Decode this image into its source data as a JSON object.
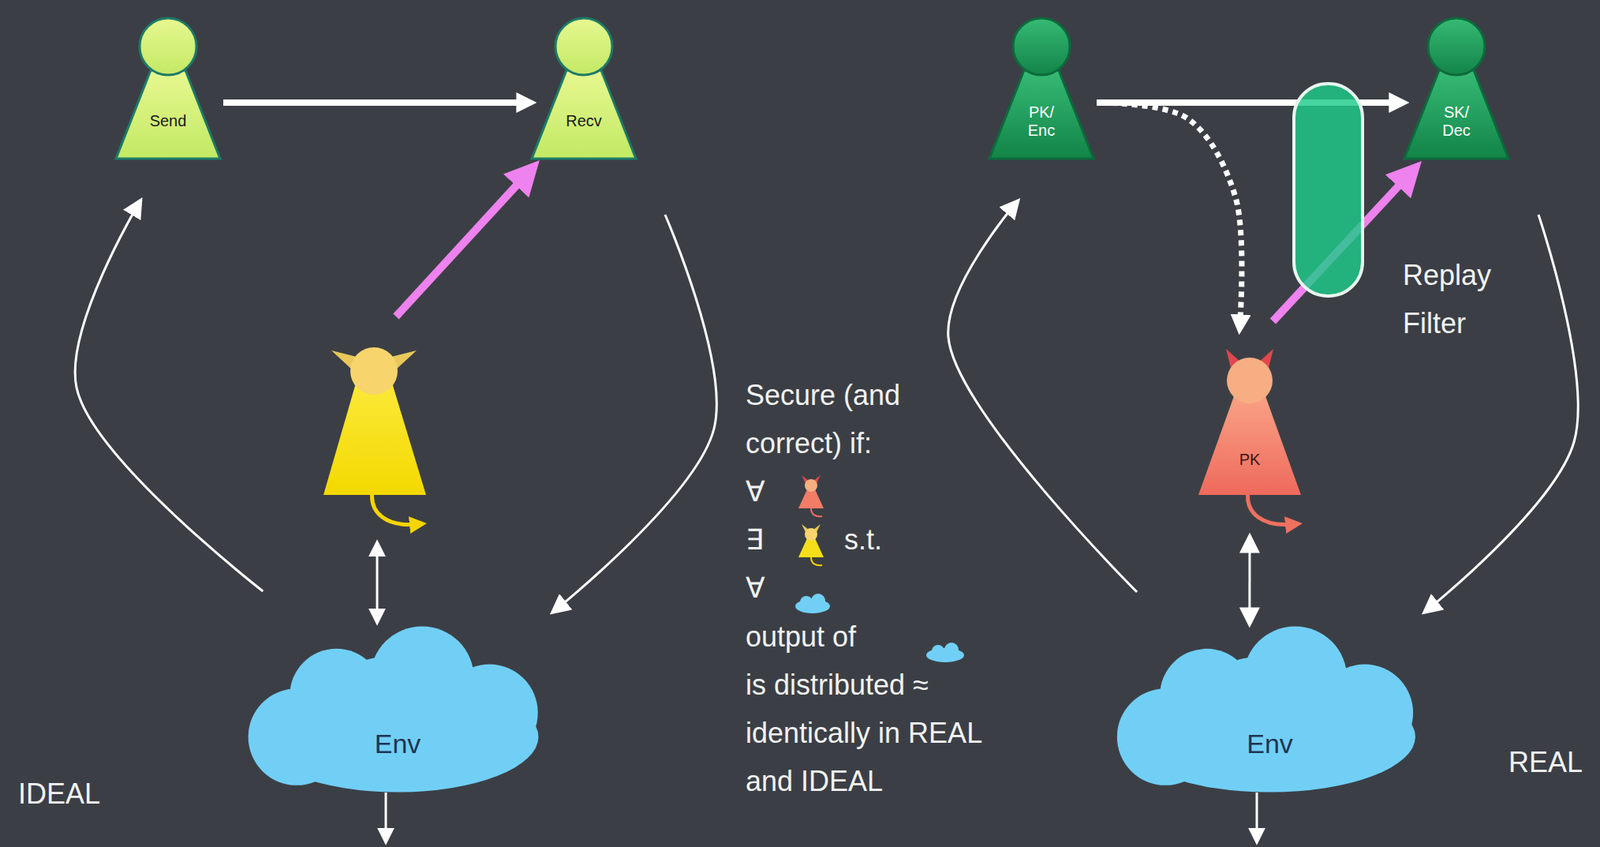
{
  "diagram": {
    "nodes": [
      {
        "text": [
          "Send"
        ]
      },
      {
        "text": [
          "Recv"
        ]
      },
      {
        "text": [
          "PK/ Enc"
        ]
      },
      {
        "text": [
          "SK/ Dec"
        ]
      },
      {
        "text": [
          "PK"
        ]
      },
      {
        "text": [
          "Env"
        ]
      },
      {
        "text": [
          "Env"
        ]
      }
    ],
    "edges": [
      {
        "from": 0,
        "to": 1,
        "arrow": "to"
      },
      {
        "from": 5,
        "to": 0,
        "arrow": "to"
      },
      {
        "from": 1,
        "to": 5,
        "arrow": "to"
      },
      {
        "from": 2,
        "to": 3,
        "arrow": "to"
      },
      {
        "from": 2,
        "to": 4,
        "arrow": "to"
      },
      {
        "from": 4,
        "to": 3,
        "arrow": "to"
      },
      {
        "from": 6,
        "to": 2,
        "arrow": "to"
      },
      {
        "from": 3,
        "to": 6,
        "arrow": "to"
      },
      {
        "from": 4,
        "to": 6,
        "arrow": "both"
      }
    ],
    "labels": [
      "Replay Filter",
      "Secure (and correct) if:",
      "∀",
      "∃",
      "s.t.",
      "∀",
      "output of",
      "is distributed ≈ identically in REAL and IDEAL",
      "IDEAL",
      "REAL"
    ]
  }
}
